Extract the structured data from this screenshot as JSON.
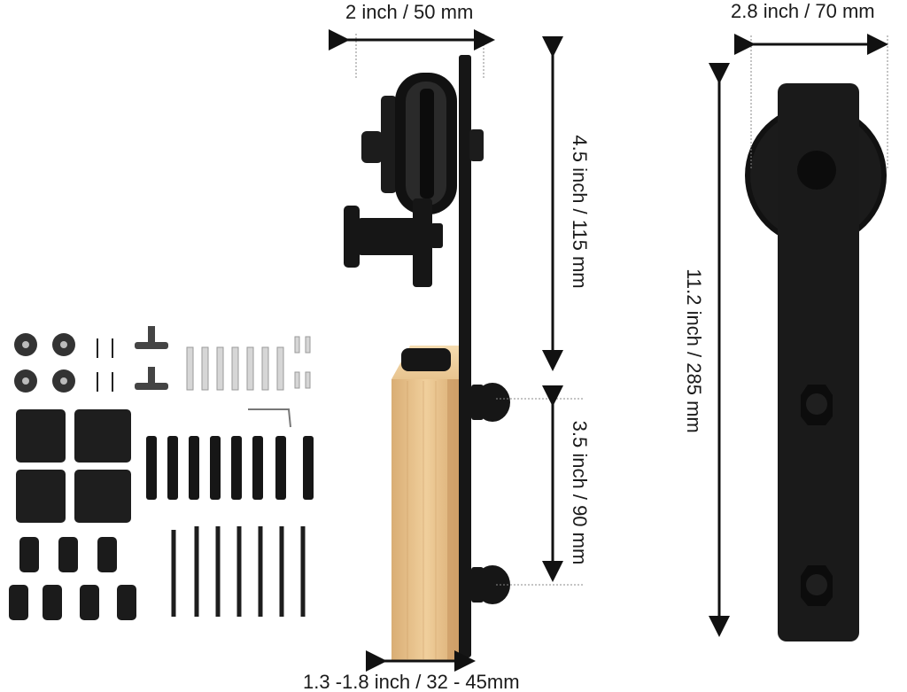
{
  "dimensions": {
    "rail_thickness": "2 inch / 50 mm",
    "strap_width": "2.8 inch / 70 mm",
    "hanger_top_height": "4.5 inch / 115 mm",
    "hanger_total_height": "11.2 inch / 285 mm",
    "bolt_spacing": "3.5 inch / 90 mm",
    "door_thickness": "1.3 -1.8 inch / 32 - 45mm"
  },
  "colors": {
    "hardware": "#161616",
    "door_wood": "#e6c08e",
    "arrow": "#111111"
  }
}
